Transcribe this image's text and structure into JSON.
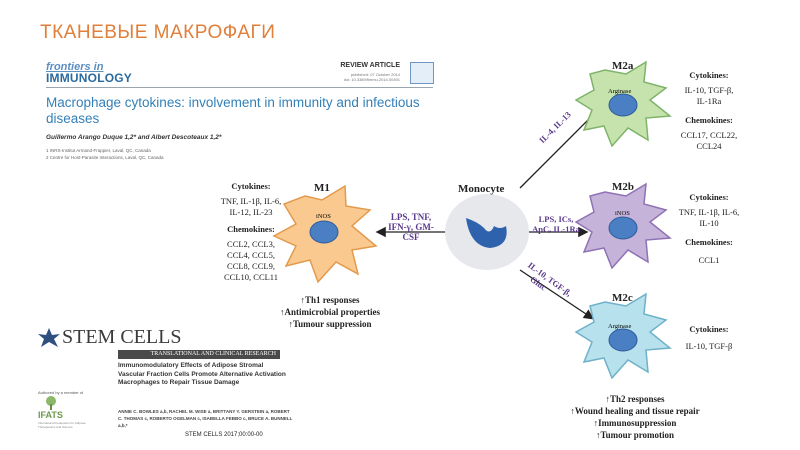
{
  "slide_title": "ТКАНЕВЫЕ МАКРОФАГИ",
  "frontiers": {
    "logo_top": "frontiers in",
    "logo_bottom": "IMMUNOLOGY",
    "article_type": "REVIEW ARTICLE",
    "published": "published: 07 October 2014",
    "doi": "doi: 10.3389/fimmu.2014.00491",
    "title": "Macrophage cytokines: involvement in immunity and infectious diseases",
    "authors": "Guillermo Arango Duque 1,2* and Albert Descoteaux 1,2*",
    "affiliation1": "1 INRS-Institut Armand-Frappier, Laval, QC, Canada",
    "affiliation2": "2 Centre for Host-Parasite Interactions, Laval, QC, Canada"
  },
  "stemcells": {
    "logo": "STEM CELLS",
    "section": "TRANSLATIONAL AND CLINICAL RESEARCH",
    "title": "Immunomodulatory Effects of Adipose Stromal Vascular Fraction Cells Promote Alternative Activation Macrophages to Repair Tissue Damage",
    "authors": "ANNIE C. BOWLES a,b, RACHEL M. WISE a, BRITTANY Y. GERSTEIN a, ROBERT C. THOMAS c, ROBERTO OGELMAN c, ISABELLA FEBBO c, BRUCE A. BUNNELL a,b,*",
    "journal": "STEM CELLS 2017;00:00-00",
    "member_text": "Authored by a member of",
    "ifats": "IFATS",
    "ifats_sub": "International Federation for Adipose Therapeutics and Science"
  },
  "diagram": {
    "monocyte": "Monocyte",
    "m1": {
      "label": "M1",
      "inner": "iNOS",
      "cytokines_header": "Cytokines:",
      "cytokines": [
        "TNF, IL-1β, IL-6,",
        "IL-12, IL-23"
      ],
      "chemokines_header": "Chemokines:",
      "chemokines": [
        "CCL2, CCL3,",
        "CCL4, CCL5,",
        "CCL8, CCL9,",
        "CCL10, CCL11"
      ],
      "stimuli": [
        "LPS, TNF,",
        "IFN-γ, GM-",
        "CSF"
      ],
      "effects": [
        "↑Th1 responses",
        "↑Antimicrobial properties",
        "↑Tumour suppression"
      ]
    },
    "m2a": {
      "label": "M2a",
      "inner": "Arginase",
      "cytokines_header": "Cytokines:",
      "cytokines": [
        "IL-10, TGF-β,",
        "IL-1Ra"
      ],
      "chemokines_header": "Chemokines:",
      "chemokines": [
        "CCL17, CCL22,",
        "CCL24"
      ],
      "stimuli": "IL-4, IL-13"
    },
    "m2b": {
      "label": "M2b",
      "inner": "iNOS",
      "cytokines_header": "Cytokines:",
      "cytokines": [
        "TNF, IL-1β, IL-6,",
        "IL-10"
      ],
      "chemokines_header": "Chemokines:",
      "chemokines": [
        "CCL1"
      ],
      "stimuli": [
        "LPS, ICs,",
        "ApC, IL-1Ra"
      ]
    },
    "m2c": {
      "label": "M2c",
      "inner": "Arginase",
      "cytokines_header": "Cytokines:",
      "cytokines": [
        "IL-10, TGF-β"
      ],
      "stimuli": [
        "IL-10, TGF-β,",
        "Gluc"
      ]
    },
    "m2_effects": [
      "↑Th2 responses",
      "↑Wound healing and tissue repair",
      "↑Immunosuppression",
      "↑Tumour promotion"
    ]
  },
  "colors": {
    "title_orange": "#e07f3a",
    "m1_fill": "#f9c98f",
    "m2a_fill": "#c6e3ad",
    "m2b_fill": "#c6b3da",
    "m2c_fill": "#b7e1ec",
    "nucleus": "#4a7fc4",
    "arrow_purple": "#5b3a8c"
  }
}
